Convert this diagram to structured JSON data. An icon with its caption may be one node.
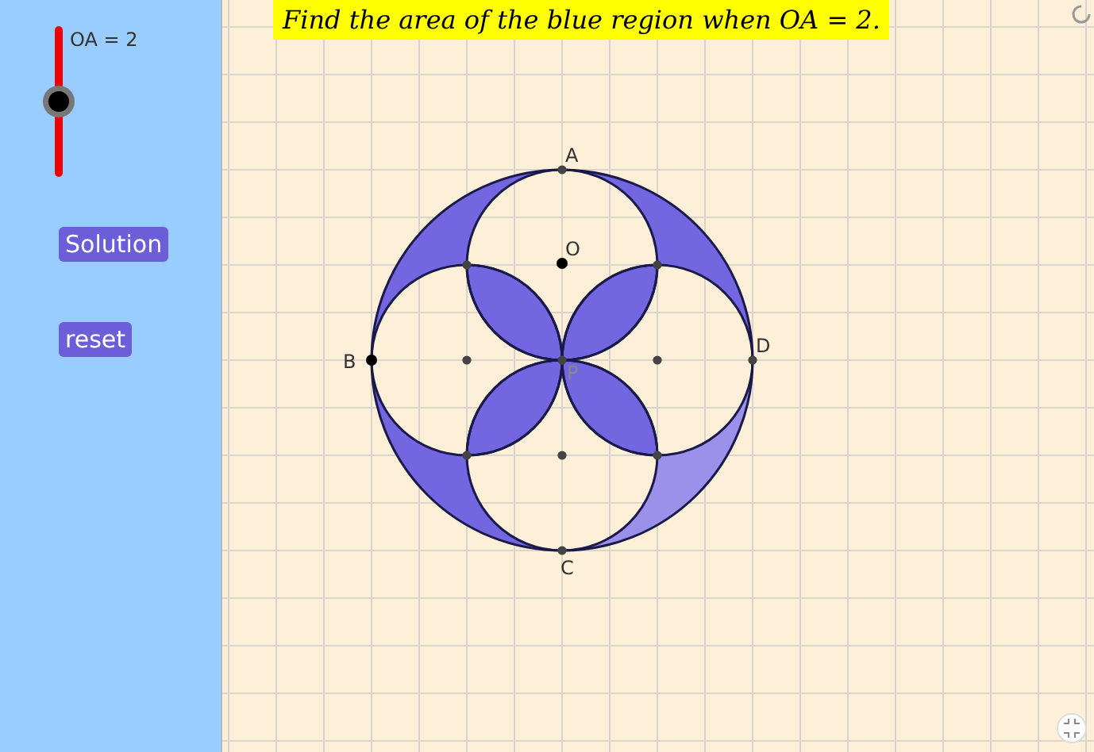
{
  "diagram": {
    "title": "Find the area of the blue region when OA = 2.",
    "nodes": [
      {
        "text": [
          "Solution"
        ]
      },
      {
        "text": [
          "reset"
        ]
      }
    ],
    "labels": [
      "OA = 2",
      "A",
      "O",
      "B",
      "P",
      "D",
      "C"
    ]
  }
}
